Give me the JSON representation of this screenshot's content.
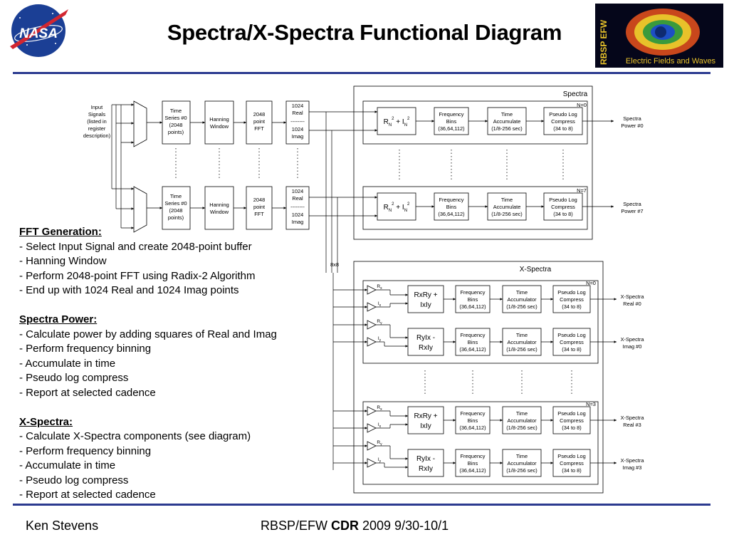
{
  "title": "Spectra/X-Spectra Functional Diagram",
  "logos": {
    "nasa": "NASA",
    "rbsp_vertical": "RBSP EFW",
    "rbsp_caption": "Electric Fields and Waves",
    "nasa_icon": "nasa-meatball-icon",
    "rbsp_icon": "rbsp-efw-logo-icon"
  },
  "diagram": {
    "input_label": [
      "Input",
      "Signals",
      "(listed in",
      "register",
      "description)"
    ],
    "time_series": [
      "Time",
      "Series #0",
      "(2048",
      "points)"
    ],
    "hanning": [
      "Hanning",
      "Window"
    ],
    "fft": [
      "2048",
      "point",
      "FFT"
    ],
    "fft_out": [
      "1024",
      "Real",
      "--------",
      "1024",
      "Imag"
    ],
    "spectra_title": "Spectra",
    "spectra_n0": "N=0",
    "spectra_n7": "N=7",
    "power_formula": {
      "r": "R",
      "sub_r": "N",
      "sup": "2",
      "plus": " + ",
      "i": "I",
      "sub_i": "N",
      "sup2": "2"
    },
    "freq_bins": [
      "Frequency",
      "Bins",
      "(36,64,112)"
    ],
    "time_acc": [
      "Time",
      "Accumulate",
      "(1/8-256 sec)"
    ],
    "pseudo_log": [
      "Pseudo Log",
      "Compress",
      "(34 to 8)"
    ],
    "spectra_out0": [
      "Spectra",
      "Power #0"
    ],
    "spectra_out7": [
      "Spectra",
      "Power #7"
    ],
    "bus_label": "8x8",
    "xspectra_title": "X-Spectra",
    "x_n0": "N=0",
    "x_n3": "N=3",
    "mult_in_r": "R",
    "mult_in_i": "I",
    "sub_x": "x",
    "sub_y": "y",
    "real_formula": {
      "line1": "RxRy +",
      "line2": "IxIy"
    },
    "imag_formula": {
      "line1": "RyIx -",
      "line2": "RxIy"
    },
    "time_accumulator": [
      "Time",
      "Accumulator",
      "(1/8-256 sec)"
    ],
    "x_out_real0": [
      "X-Spectra",
      "Real #0"
    ],
    "x_out_imag0": [
      "X-Spectra",
      "Imag #0"
    ],
    "x_out_real3": [
      "X-Spectra",
      "Real #3"
    ],
    "x_out_imag3": [
      "X-Spectra",
      "Imag #3"
    ]
  },
  "notes": {
    "fft_heading": "FFT Generation:",
    "fft_items": [
      "- Select Input Signal and create 2048-point buffer",
      "- Hanning Window",
      "- Perform 2048-point FFT using Radix-2 Algorithm",
      "- End up with 1024 Real and 1024 Imag points"
    ],
    "power_heading": "Spectra Power:",
    "power_items": [
      "- Calculate power by adding squares of Real and Imag",
      "- Perform frequency binning",
      "- Accumulate in time",
      "- Pseudo log compress",
      "- Report at selected cadence"
    ],
    "xspec_heading": "X-Spectra:",
    "xspec_items": [
      "- Calculate X-Spectra components (see diagram)",
      "- Perform frequency binning",
      "- Accumulate in time",
      "- Pseudo log compress",
      "- Report at selected cadence"
    ]
  },
  "footer": {
    "author": "Ken Stevens",
    "project": "RBSP/EFW ",
    "cdr": "CDR",
    "dates": " 2009 9/30-10/1"
  },
  "colors": {
    "rule": "#2b3a8f",
    "nasa_blue": "#1b3f95",
    "nasa_red": "#d22630"
  }
}
